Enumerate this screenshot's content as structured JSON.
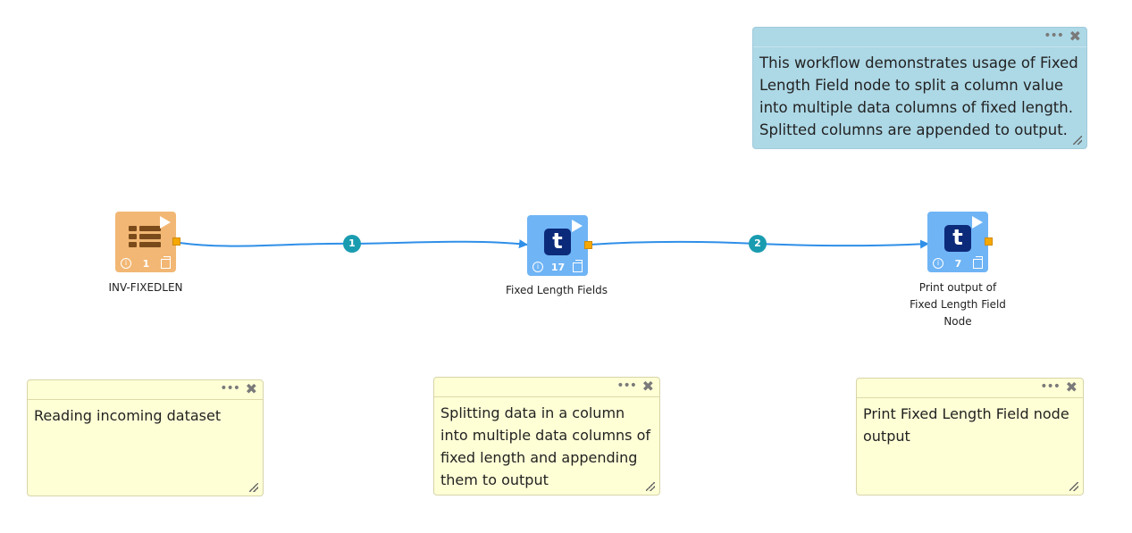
{
  "nodes": [
    {
      "id": "reader",
      "name": "INV-FIXEDLEN",
      "count": "1",
      "type": "dataset-reader",
      "icon": "table-icon",
      "color": "#f2b774"
    },
    {
      "id": "fixed",
      "name": "Fixed Length Fields",
      "count": "17",
      "type": "transform",
      "icon": "t-icon",
      "icon_text": "t",
      "color": "#6fb4f5"
    },
    {
      "id": "print",
      "name": "Print output of Fixed Length Field Node",
      "count": "7",
      "type": "transform",
      "icon": "t-icon",
      "icon_text": "t",
      "color": "#6fb4f5"
    }
  ],
  "edges": [
    {
      "label": "1",
      "from": "reader",
      "to": "fixed"
    },
    {
      "label": "2",
      "from": "fixed",
      "to": "print"
    }
  ],
  "notes": [
    {
      "id": "description",
      "text": "This workflow demonstrates usage of Fixed Length Field node to split a column value into multiple data columns of fixed length. Splitted columns are appended to output.",
      "color": "#add8e6"
    },
    {
      "id": "reader-note",
      "text": "Reading incoming dataset",
      "color": "#ffffd6"
    },
    {
      "id": "fixed-note",
      "text": "Splitting data in a column into multiple data columns of fixed length and appending them to output",
      "color": "#ffffd6"
    },
    {
      "id": "print-note",
      "text": "Print Fixed Length Field node output",
      "color": "#ffffd6"
    }
  ],
  "ui": {
    "more_glyph": "•••",
    "close_glyph": "✖",
    "info_glyph": "i"
  },
  "colors": {
    "edge": "#2f8fe8",
    "badge": "#1a9cb0",
    "port": "#f5a800"
  }
}
